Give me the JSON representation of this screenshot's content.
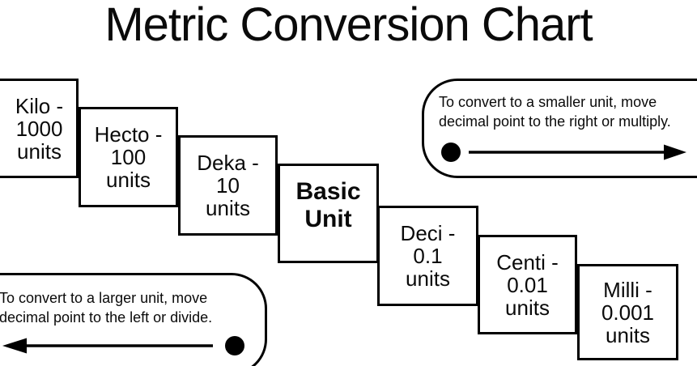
{
  "title": "Metric Conversion Chart",
  "colors": {
    "ink": "#000000",
    "background": "#ffffff"
  },
  "steps": [
    {
      "id": "kilo",
      "label": "Kilo -\n1000\nunits"
    },
    {
      "id": "hecto",
      "label": "Hecto -\n100\nunits"
    },
    {
      "id": "deka",
      "label": "Deka -\n10\nunits"
    },
    {
      "id": "basic",
      "label": "Basic\nUnit"
    },
    {
      "id": "deci",
      "label": "Deci -\n0.1\nunits"
    },
    {
      "id": "centi",
      "label": "Centi -\n0.01\nunits"
    },
    {
      "id": "milli",
      "label": "Milli -\n0.001\nunits"
    }
  ],
  "callouts": {
    "smaller": {
      "text": "To convert to a smaller unit, move\ndecimal  point to the right or multiply.",
      "arrow_direction": "right"
    },
    "larger": {
      "text": "To convert to a larger unit, move\ndecimal  point to the left or divide.",
      "arrow_direction": "left"
    }
  }
}
